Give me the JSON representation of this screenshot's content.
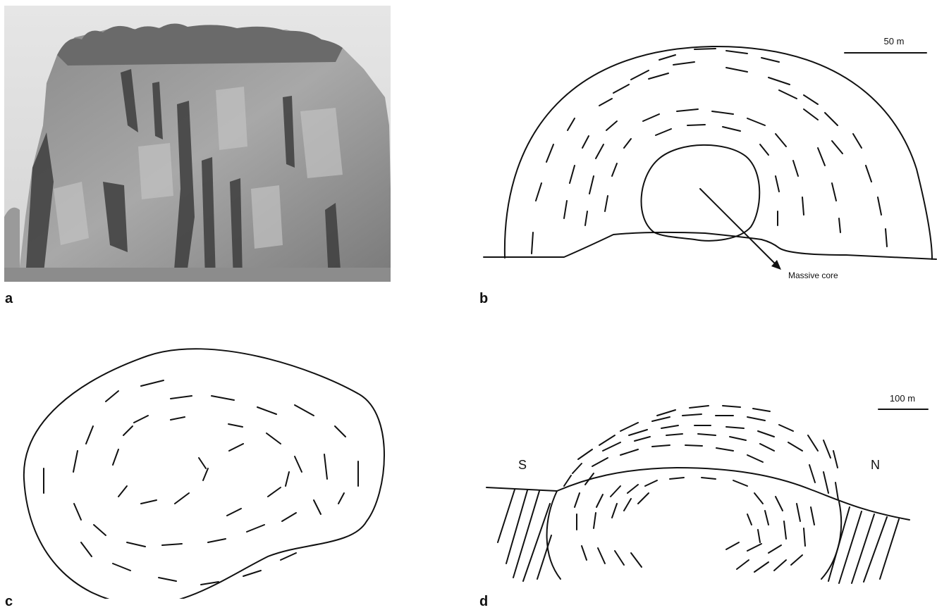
{
  "panels": {
    "a": {
      "label": "a",
      "content": "photograph of rock outcrop (massive cliff with columnar jointing) above water"
    },
    "b": {
      "label": "b",
      "scale_bar": "50 m",
      "annotation": "Massive core"
    },
    "c": {
      "label": "c"
    },
    "d": {
      "label": "d",
      "scale_bar": "100 m",
      "left_marker": "S",
      "right_marker": "N"
    }
  }
}
